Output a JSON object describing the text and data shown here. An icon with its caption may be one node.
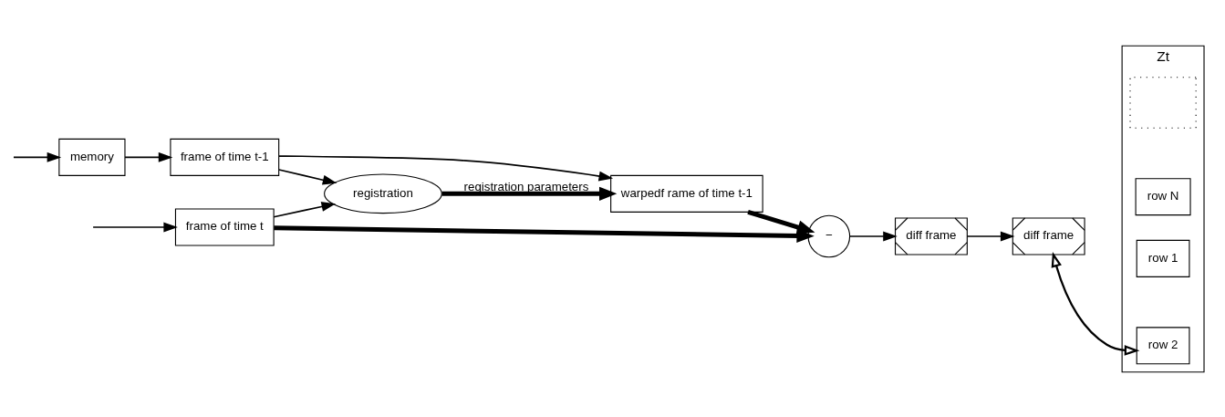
{
  "diagram": {
    "nodes": [
      {
        "text": [
          "frame of time t"
        ]
      },
      {
        "text": [
          "memory"
        ]
      },
      {
        "text": [
          "registration"
        ]
      },
      {
        "text": [
          "frame of time t-1"
        ]
      },
      {
        "text": [
          "warpedf rame of time t-1"
        ]
      },
      {
        "text": [
          "−"
        ]
      },
      {
        "text": [
          "diff frame"
        ]
      },
      {
        "text": [
          "diff frame"
        ]
      },
      {
        "text": [
          "Zt"
        ]
      },
      {
        "text": [
          "row 1"
        ],
        "in": 8
      },
      {
        "text": [
          "row 2"
        ],
        "in": 8
      },
      {
        "text": [],
        "shape": "box",
        "in": 8
      },
      {
        "text": [
          "row N"
        ],
        "in": 8
      }
    ],
    "edges": [
      {
        "from": null,
        "to": 0,
        "arrow": "to"
      },
      {
        "from": null,
        "to": 1,
        "arrow": "to"
      },
      {
        "from": 0,
        "to": 2,
        "arrow": "to"
      },
      {
        "from": 0,
        "to": 5,
        "arrow": "to",
        "style": "thick"
      },
      {
        "from": 1,
        "to": 3,
        "arrow": "to"
      },
      {
        "from": 3,
        "to": 2,
        "arrow": "to"
      },
      {
        "from": 3,
        "to": 4,
        "arrow": "to"
      },
      {
        "from": 2,
        "to": 4,
        "arrow": "to",
        "label": "registration parameters",
        "style": "thick"
      },
      {
        "from": 4,
        "to": 5,
        "arrow": "to",
        "style": "thick"
      },
      {
        "from": 5,
        "to": 6,
        "arrow": "to"
      },
      {
        "from": 6,
        "to": 7,
        "arrow": "to"
      },
      {
        "from": 10,
        "to": 7,
        "arrow": "both"
      }
    ]
  }
}
